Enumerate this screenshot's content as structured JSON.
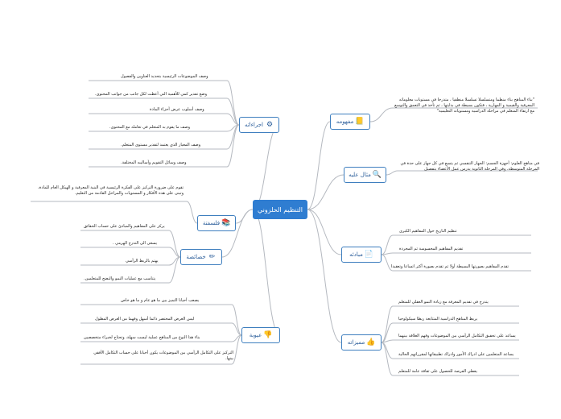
{
  "root": {
    "label": "التنظيم الحلزوني"
  },
  "topics": {
    "concept": {
      "label": "مفهومه",
      "icon": "notebook-icon",
      "leaves": [
        "\"بناء المناهج بناء منظما ومتسلسلا تسلسلا منطقيا ، متدرجا في مستويات معلوماته المعرفية والقيمية و المهارية ، فتكون بسيطة في بدايتها ، ثم تأخذ في التعمق والتوسع مع ارتقاء المتعلم في مراحلة الدراسية ومستوياته التعليمية\""
      ]
    },
    "example": {
      "label": "مثال عليه",
      "icon": "magnifier-icon",
      "leaves": [
        "في مناهج العلوم: أجهزة الجسم: الجهاز التنفسي ثم يتسع في كل جهاز على حدة في المرحلة المتوسطة، وفي المرحلة الثانوية يدرس عمل الأعضاء بتفصيل"
      ]
    },
    "principles": {
      "label": "مبادئه",
      "icon": "document-icon",
      "leaves": [
        "تنظيم التاريخ حول المفاهيم الكبرى",
        "تقديم المفاهيم المحسوسة ثم المجردة",
        "تقدم المفاهيم بصورتها البسيطة أولا ثم تقدم بصورة أكثر اتساعا وتعقيدا"
      ]
    },
    "advantages": {
      "label": "مميزاته",
      "icon": "thumbs-up-icon",
      "leaves": [
        "يتدرج في تقديم المعرفة مع زيادة النمو العقلي للمتعلم",
        "يربط المناهج الدراسية المتتابعة ربطا سيكولوجيا",
        "يساعد على تحقيق التكامل الرأسي بين الموضوعات وفهم العلاقة بينهما",
        "يساعد المتعلمين على ادراك الأمور وادراك تطبيقاتها لمقرراتهم الحالية",
        "يعطي الفرصة للحصول على ثقافة عامة للمتعلم"
      ]
    },
    "disadvantages": {
      "label": "عيوبة",
      "icon": "thumbs-down-icon",
      "leaves": [
        "يصعب أحيانا التميز بين ما هو عام و ما هو خاص",
        "ليس العرض المختصر دائما أسهل وفهما من العرض المطول",
        "بناء هذا النوع من المناهج عملية ليست سهلة، وتحتاج لخبراء متخصصين",
        "التركيز على التكامل الرأسي بين الموضوعات يكون أحيانا على حساب التكامل الأفقي بينها."
      ]
    },
    "characteristics": {
      "label": "خصائصة",
      "icon": "pencil-icon",
      "leaves": [
        "يركز على المفاهيم والمبادئ على حساب الحقائق",
        "يسعى الى التدرج الهرمي .",
        "يهتم بالربط الرأسي",
        "يتناسب مع عمليات النمو والنضج للمتعلمين."
      ]
    },
    "philosophy": {
      "label": "فلسفتة",
      "icon": "books-icon",
      "leaves": [
        "تقوم على ضرورة التركيز على الفكرة الرئيسية في البنية المعرفية و الهيكل العام للمادة، وتبنى على هذه الأفكار و المستويات والمراحل القادمة من التعليم."
      ]
    },
    "procedures": {
      "label": "اجراءاته",
      "icon": "gears-icon",
      "leaves": [
        "وصف الموضوعات الرئيسية بتحديد العناوين والفصول",
        "وضع تقدير كمي للأهمية التي أعطت لكل جانب من جوانب المحتوى.",
        "وصف أسلوب عرض أجزاء المادة",
        "وصف ما يقوم به المتعلم في تعامله مع المحتوى.",
        "وصف المعيار الذي يعتمد لتقدير مستوى المتعلم.",
        "وصف وسائل التقويم وأساليبه المختلفة."
      ]
    }
  },
  "colors": {
    "accent": "#2f7dd1",
    "border": "#3f7fbf",
    "link": "#b5b9c0"
  }
}
